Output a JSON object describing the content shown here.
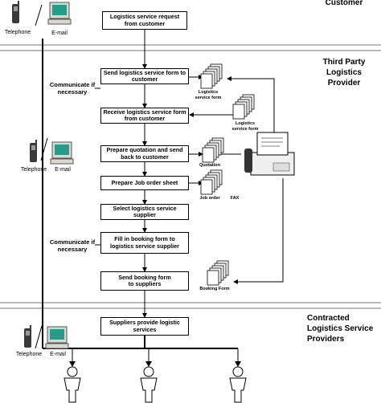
{
  "zones": {
    "customer": "Customer",
    "third_party": "Third Party\nLogistics\nProvider",
    "contracted": "Contracted\nLogistics Service\nProviders"
  },
  "channels": {
    "telephone": "Telephone",
    "email": "E-mail"
  },
  "communicate_note": "Communicate if\nnecessary",
  "process_steps": [
    "Logistics service request\nfrom customer",
    "Send logistics service form to\ncustomer",
    "Receive logistics service form\nfrom customer",
    "Prepare quotation and send\nback to customer",
    "Prepare Job order sheet",
    "Select logistics service\nsupplier",
    "Fill in booking form to\nlogistics service supplier",
    "Send booking form\nto suppliers",
    "Suppliers provide logistic\nservices"
  ],
  "documents": {
    "service_form_1": "Logistics\nservice form",
    "service_form_2": "Logistics\nservice form",
    "quotation": "Quotation",
    "job_order": "Job order",
    "fax": "FAX",
    "booking_form": "Booking Form"
  }
}
